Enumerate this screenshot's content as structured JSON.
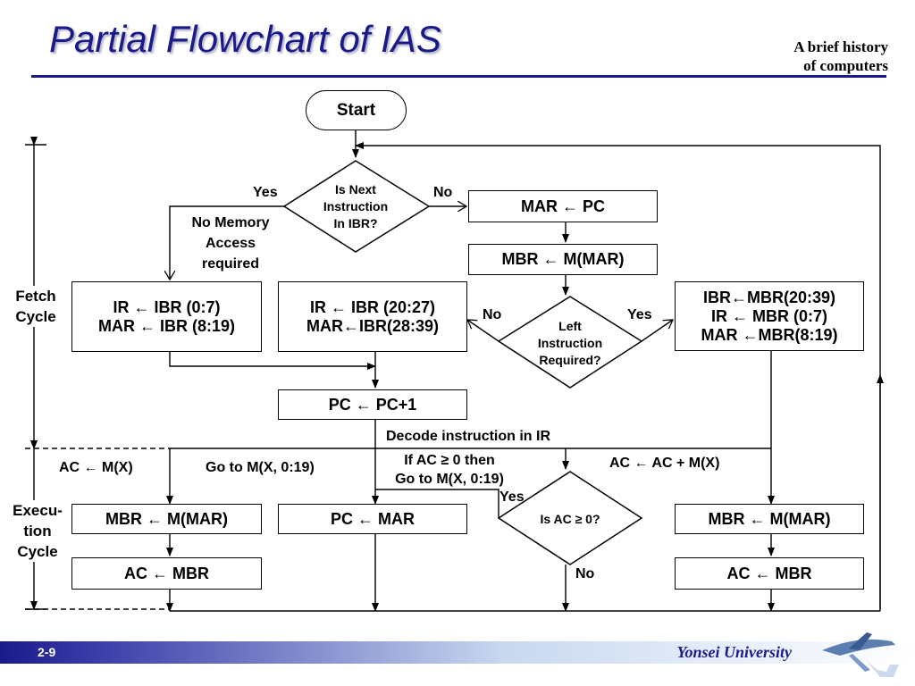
{
  "header": {
    "title": "Partial Flowchart of IAS",
    "subtitle_line1": "A brief history",
    "subtitle_line2": "of computers"
  },
  "flow": {
    "start": "Start",
    "decision_ibr": [
      "Is Next",
      "Instruction",
      "In IBR?"
    ],
    "decision_left": [
      "Left",
      "Instruction",
      "Required?"
    ],
    "decision_ac": "Is AC ≥ 0?",
    "box_mar_pc": "MAR ← PC",
    "box_mbr_mmar_top": "MBR ← M(MAR)",
    "box_ir_left": [
      "IR ← IBR (0:7)",
      "MAR ← IBR (8:19)"
    ],
    "box_ir_mid": [
      "IR ← IBR (20:27)",
      "MAR←IBR(28:39)"
    ],
    "box_ibr_right": [
      "IBR←MBR(20:39)",
      "IR ← MBR (0:7)",
      "MAR ←MBR(8:19)"
    ],
    "box_pc_inc": "PC ← PC+1",
    "box_exec_mbr_left": "MBR ← M(MAR)",
    "box_exec_ac_left": "AC ← MBR",
    "box_exec_pc_mar": "PC ← MAR",
    "box_exec_mbr_right": "MBR ← M(MAR)",
    "box_exec_ac_right": "AC ← MBR"
  },
  "labels": {
    "yes_top": "Yes",
    "no_top": "No",
    "no_memory": [
      "No Memory",
      "Access",
      "required"
    ],
    "no_left": "No",
    "yes_left": "Yes",
    "decode": "Decode instruction in IR",
    "ac_mx": "AC ← M(X)",
    "goto": "Go to M(X, 0:19)",
    "cond": [
      "If AC ≥ 0 then",
      "Go to M(X, 0:19)"
    ],
    "yes_ac": "Yes",
    "no_ac": "No",
    "ac_add": "AC ← AC + M(X)",
    "fetch_cycle": [
      "Fetch",
      "Cycle"
    ],
    "execution_cycle": [
      "Execu-",
      "tion",
      "Cycle"
    ]
  },
  "footer": {
    "page": "2-9",
    "university": "Yonsei University"
  },
  "colors": {
    "title": "#1a1a8a",
    "footer_bar": "#1a1a8a"
  }
}
